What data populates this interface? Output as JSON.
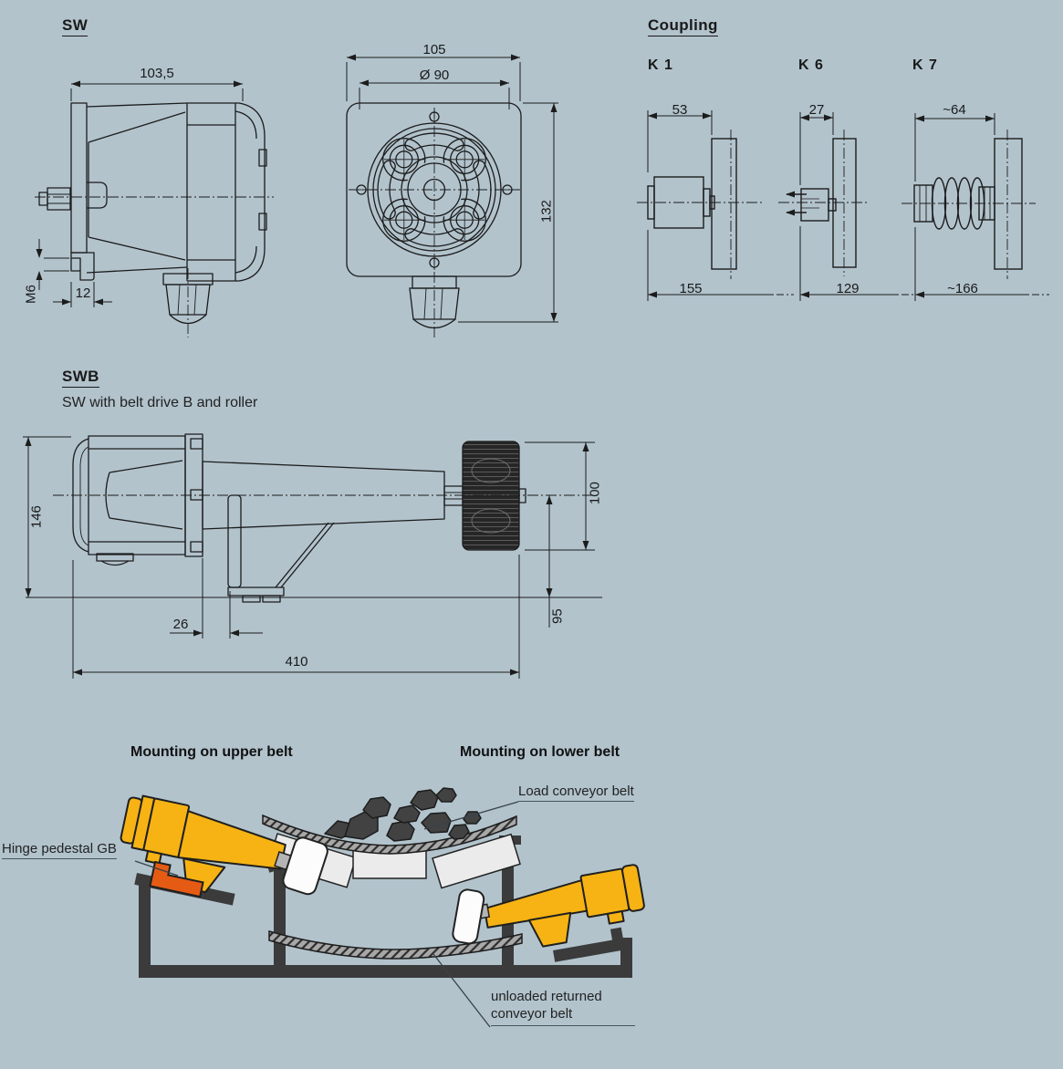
{
  "page": {
    "background": "#b2c3cc",
    "line_color": "#1c1c1c",
    "accent_yellow": "#f6b313",
    "accent_orange": "#e55b13",
    "frame_dark": "#3b3b3b"
  },
  "sw_view": {
    "title": "SW",
    "dim_width": "103,5",
    "dim_thread": "M6",
    "dim_foot": "12"
  },
  "front_view": {
    "dim_width": "105",
    "dim_bolt_circle": "Ø 90",
    "dim_height": "132"
  },
  "coupling": {
    "title": "Coupling",
    "items": [
      {
        "name": "K 1",
        "length": "53",
        "total": "155"
      },
      {
        "name": "K 6",
        "length": "27",
        "total": "129"
      },
      {
        "name": "K 7",
        "length": "~64",
        "total": "~166"
      }
    ]
  },
  "swb_view": {
    "title": "SWB",
    "subtitle": "SW with belt drive B and roller",
    "dim_height": "146",
    "dim_bracket": "26",
    "dim_total": "410",
    "dim_roller": "100",
    "dim_roller_center": "95"
  },
  "mounting": {
    "upper_title": "Mounting on upper belt",
    "lower_title": "Mounting on lower belt",
    "label_load_belt": "Load conveyor belt",
    "label_hinge": "Hinge pedestal GB",
    "label_return_belt": "unloaded returned conveyor belt"
  }
}
